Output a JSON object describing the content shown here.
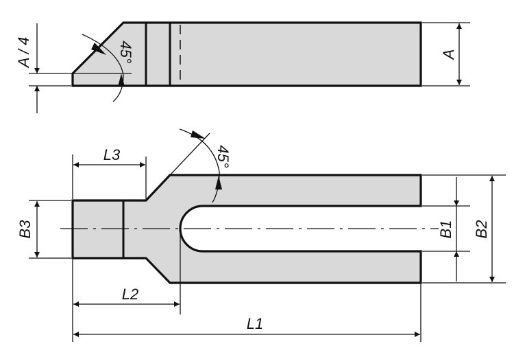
{
  "side_view": {
    "label_a_quarter": "A / 4",
    "label_angle": "45°",
    "label_a": "A"
  },
  "top_view": {
    "label_l3": "L3",
    "label_angle": "45°",
    "label_b3": "B3",
    "label_b1": "B1",
    "label_b2": "B2",
    "label_l2": "L2",
    "label_l1": "L1"
  },
  "colors": {
    "fill": "#d9d9d9",
    "line": "#111111"
  }
}
